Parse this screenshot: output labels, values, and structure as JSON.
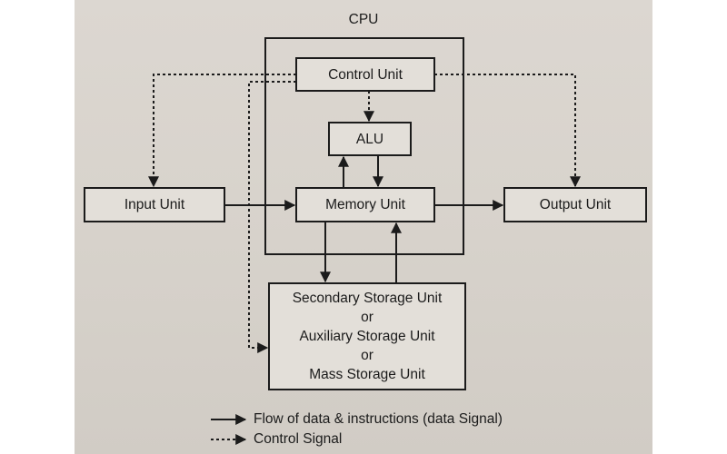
{
  "diagram": {
    "cpu_label": "CPU",
    "control_unit": "Control Unit",
    "alu": "ALU",
    "input_unit": "Input Unit",
    "memory_unit": "Memory Unit",
    "output_unit": "Output Unit",
    "storage": {
      "line1": "Secondary Storage Unit",
      "line2": "or",
      "line3": "Auxiliary Storage Unit",
      "line4": "or",
      "line5": "Mass Storage Unit"
    },
    "legend": {
      "data_signal": "Flow of data & instructions (data Signal)",
      "control_signal": "Control Signal"
    }
  },
  "colors": {
    "ink": "#1b1b1b",
    "paper": "#d8d3cc",
    "box_fill": "#e3dfd9"
  }
}
